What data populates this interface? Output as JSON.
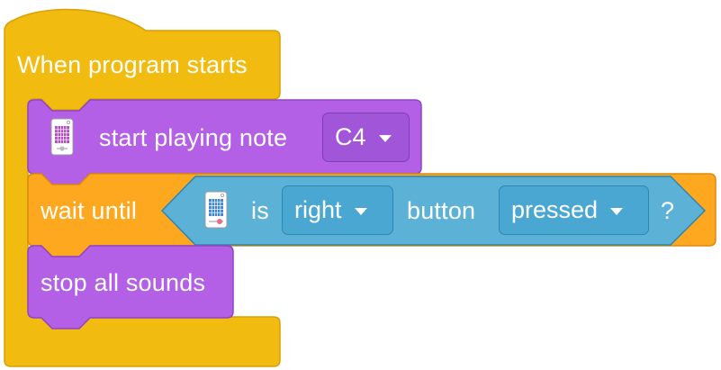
{
  "hat_block": {
    "label": "When program starts"
  },
  "sound_block": {
    "label": "start playing note",
    "note_value": "C4"
  },
  "wait_block": {
    "label": "wait until",
    "condition": {
      "is_label": "is",
      "button_value": "right",
      "button_label": "button",
      "state_value": "pressed",
      "question": "?"
    }
  },
  "stop_block": {
    "label": "stop all sounds"
  },
  "colors": {
    "events_yellow": "#f2bb10",
    "sound_purple": "#b360e6",
    "control_orange": "#fea820",
    "sensing_blue": "#5cb1d6"
  },
  "icons": {
    "device": "hardware-device-icon"
  }
}
